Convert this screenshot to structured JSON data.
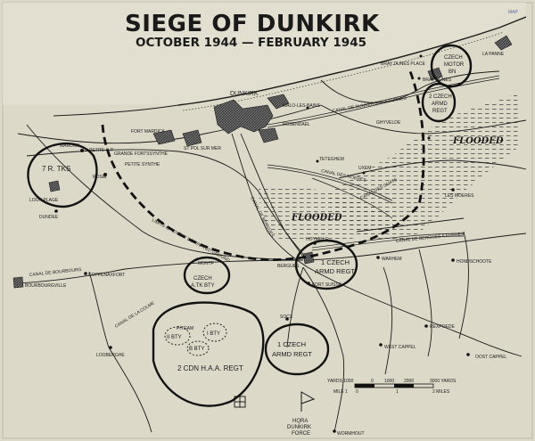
{
  "title": "SIEGE OF DUNKIRK",
  "subtitle": "OCTOBER 1944 — FEBRUARY 1945",
  "corner_label": "MAP",
  "flooded_labels": [
    "FLOODED",
    "FLOODED"
  ],
  "towns": {
    "dunkirk": "DUNKIRK",
    "malo": "MALO-LES-BAINS",
    "rosendael": "ROSENDAEL",
    "bray_dunes_place": "BRAY DUNES PLACE",
    "bray_dunes": "BRAY DUNES",
    "la_panne": "LA PANNE",
    "ghyvelde": "GHYVELDE",
    "les_moeres": "LES MOERES",
    "uxem": "UXEM",
    "teteghem": "TETEGHEM",
    "fort_mardick": "FORT MARDICK",
    "mardick": "MARDICK",
    "petite": "PETITE S.P.",
    "grande_synthe": "GRANDE FORTSSYNTHE",
    "petite_synthe": "PETITE SYNTHE",
    "st_pol": "ST POL SUR MER",
    "rosie": "ROSIE",
    "loon_plage": "LOON PLAGE",
    "dundee": "DUNDEE",
    "hoymille": "HOYMILLE",
    "bergues": "BERGUES",
    "fort_suisse": "FORT SUISSE",
    "warhem": "WARHEM",
    "hondschoote": "HONDSCHOOTE",
    "bourbourgville": "BOURBOURGVILLE",
    "coppenaxfort": "COPPENAXFORT",
    "loobergne": "LOOBERGHE",
    "pitgam": "PITGAM",
    "socx": "SOCX",
    "rexpoede": "REXPOEDE",
    "west_cappel": "WEST CAPPEL",
    "oost_cappel": "OOST CAPPEL",
    "wormhout": "WORMHOUT",
    "montf": "MONTF"
  },
  "canals": {
    "furnes": "CANAL DE DUNKERQUE A FURNES",
    "moeres": "CANAL DES MOERES",
    "chats": "CANAL DES CHATS",
    "bergues": "CANAL DE BERGUES",
    "bergues_furnes": "CANAL DE BERGUES A FURNES",
    "bourbourg": "CANAL DE BOURBOURG",
    "colme": "CANAL DE LA COLME",
    "enemy_ground": "LIMITS OF ENEMY DOMINATED GROUND"
  },
  "units": {
    "rtks_7": "7 R. TKS",
    "czech_motor_bn": [
      "CZECH",
      "MOTOR",
      "BN"
    ],
    "czech_armd_regt_2": [
      "2 CZECH",
      "ARMD",
      "REGT"
    ],
    "czech_armd_regt_1_top": [
      "1 CZECH",
      "ARMD REGT"
    ],
    "czech_atk_bty": [
      "CZECH",
      "A.TK BTY"
    ],
    "cdn_haa": "2 CDN H.A.A. REGT",
    "bty_2": "II BTY",
    "bty_1": "I BTY",
    "bty_3": "B BTY",
    "czech_armd_regt_1_bottom": [
      "1 CZECH",
      "ARMD REGT"
    ],
    "hqra": [
      "HQRA",
      "DUNKIRK",
      "FORCE"
    ]
  },
  "scale": {
    "yards_label": "YARDS 1000",
    "yards_ticks": [
      "0",
      "1000",
      "2000",
      "3000 YARDS"
    ],
    "mile_label": "MILE 1",
    "mile_ticks": [
      "0",
      "1",
      "2 MILES"
    ]
  },
  "colors": {
    "paper": "#ddd9c9",
    "ink": "#1a1a1a",
    "urban": "#555555",
    "flood": "#333333"
  }
}
